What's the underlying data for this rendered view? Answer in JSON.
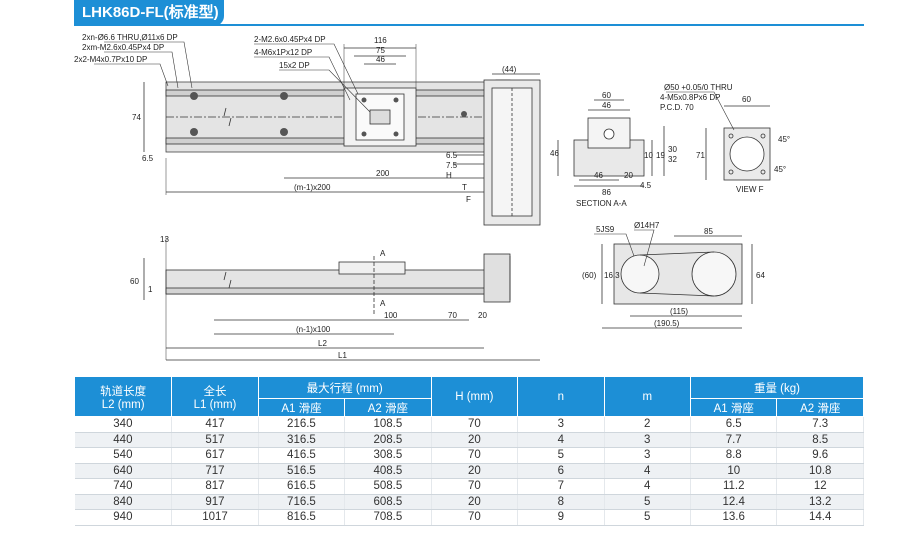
{
  "title": "LHK86D-FL(标准型)",
  "drawing": {
    "top_view": {
      "callouts": [
        "2xn-Ø6.6 THRU,Ø11x6 DP",
        "2xm-M2.6x0.45Px4 DP",
        "2x2-M4x0.7Px10 DP",
        "2-M2.6x0.45Px4 DP",
        "4-M6x1Px12 DP",
        "15x2 DP"
      ],
      "dims": {
        "d116": "116",
        "d75": "75",
        "d46": "46",
        "d44": "(44)",
        "d74": "74",
        "d65a": "6.5",
        "d65b": "6.5",
        "d75b": "7.5",
        "dH": "H",
        "d200": "200",
        "dpitch": "(m-1)x200",
        "dT": "T",
        "dF": "F"
      }
    },
    "section_aa": {
      "label": "SECTION A-A",
      "dims": {
        "w60": "60",
        "w46": "46",
        "h46": "46",
        "r10": "10",
        "r19": "19",
        "r30": "30",
        "r32": "32",
        "b46": "46",
        "b20": "20",
        "b86": "86",
        "b45": "4.5"
      }
    },
    "view_f": {
      "label": "VIEW F",
      "callouts": [
        "Ø50 +0.05/0 THRU",
        "4-M5x0.8Px6 DP",
        "P.C.D. 70"
      ],
      "dims": {
        "w60": "60",
        "h71": "71",
        "a45a": "45°",
        "a45b": "45°"
      }
    },
    "side_view": {
      "dims": {
        "d13": "13",
        "d60": "60",
        "d1": "1",
        "secA1": "A",
        "secA2": "A",
        "d100": "100",
        "d70": "70",
        "d20": "20",
        "dn": "(n-1)x100",
        "dL2": "L2",
        "dL1": "L1"
      }
    },
    "end_view": {
      "callouts": [
        "5JS9",
        "Ø14H7"
      ],
      "dims": {
        "d85": "85",
        "d60": "(60)",
        "d163": "16.3",
        "d64": "64",
        "d115": "(115)",
        "d1905": "(190.5)"
      }
    }
  },
  "table": {
    "headers": {
      "l2": [
        "轨道长度",
        "L2 (mm)"
      ],
      "l1": [
        "全长",
        "L1 (mm)"
      ],
      "stroke": "最大行程 (mm)",
      "a1": "A1 滑座",
      "a2": "A2 滑座",
      "h": "H (mm)",
      "n": "n",
      "m": "m",
      "weight": "重量 (kg)",
      "wa1": "A1 滑座",
      "wa2": "A2 滑座"
    },
    "rows": [
      [
        "340",
        "417",
        "216.5",
        "108.5",
        "70",
        "3",
        "2",
        "6.5",
        "7.3"
      ],
      [
        "440",
        "517",
        "316.5",
        "208.5",
        "20",
        "4",
        "3",
        "7.7",
        "8.5"
      ],
      [
        "540",
        "617",
        "416.5",
        "308.5",
        "70",
        "5",
        "3",
        "8.8",
        "9.6"
      ],
      [
        "640",
        "717",
        "516.5",
        "408.5",
        "20",
        "6",
        "4",
        "10",
        "10.8"
      ],
      [
        "740",
        "817",
        "616.5",
        "508.5",
        "70",
        "7",
        "4",
        "11.2",
        "12"
      ],
      [
        "840",
        "917",
        "716.5",
        "608.5",
        "20",
        "8",
        "5",
        "12.4",
        "13.2"
      ],
      [
        "940",
        "1017",
        "816.5",
        "708.5",
        "70",
        "9",
        "5",
        "13.6",
        "14.4"
      ]
    ]
  },
  "colors": {
    "accent": "#1d8fd6",
    "row_alt": "#eef1f4"
  }
}
